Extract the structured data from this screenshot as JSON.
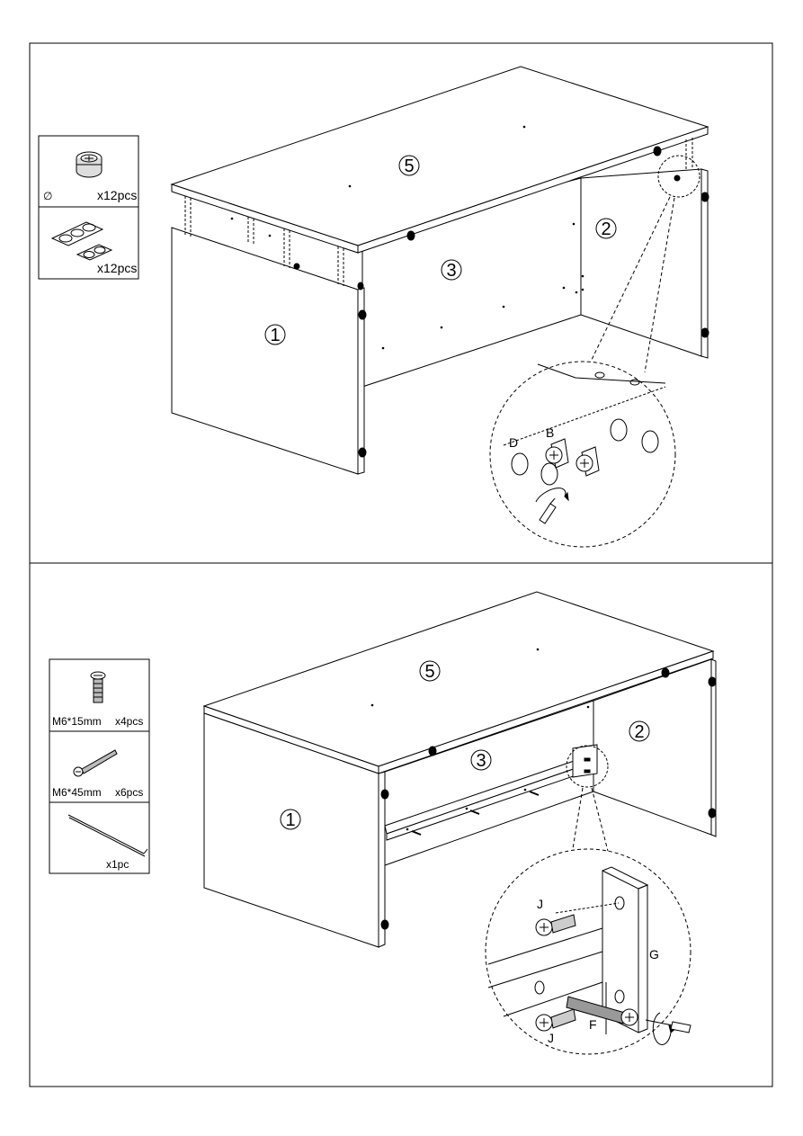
{
  "step1": {
    "parts": [
      {
        "qty": "x12pcs"
      },
      {
        "qty": "x12pcs"
      }
    ],
    "diameter_symbol": "∅",
    "panel_labels": {
      "p1": "1",
      "p2": "2",
      "p3": "3",
      "p5": "5"
    },
    "detail_labels": {
      "D": "D",
      "B": "B"
    }
  },
  "step2": {
    "parts": [
      {
        "size": "M6*15mm",
        "qty": "x4pcs"
      },
      {
        "size": "M6*45mm",
        "qty": "x6pcs"
      },
      {
        "qty": "x1pc"
      }
    ],
    "panel_labels": {
      "p1": "1",
      "p2": "2",
      "p3": "3",
      "p5": "5"
    },
    "detail_labels": {
      "J1": "J",
      "J2": "J",
      "G": "G",
      "F": "F"
    }
  },
  "icons": {
    "cam_lock": "cam-lock-icon",
    "stickers": "cover-sticker-icon",
    "short_bolt": "short-bolt-icon",
    "long_bolt": "long-bolt-icon",
    "allen_key": "allen-key-icon",
    "screwdriver": "screwdriver-icon"
  },
  "colors": {
    "line": "#000000",
    "panel": "#ffffff",
    "shade": "#e8e8e8"
  }
}
